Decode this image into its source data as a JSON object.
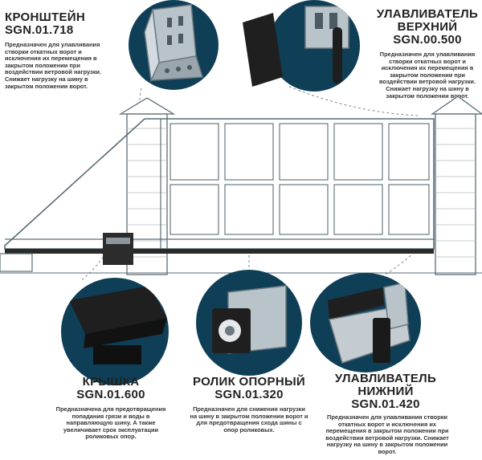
{
  "parts": {
    "bracket": {
      "title_line1": "КРОНШТЕЙН",
      "title_line2": "SGN.01.718",
      "desc": "Предназначен для улавливания створки откатных ворот и исключения их перемещения в закрытом положении при воздействии ветровой нагрузки. Снижает нагрузку на шину в закрытом положении ворот."
    },
    "upper_catcher": {
      "title_line1": "УЛАВЛИВАТЕЛЬ",
      "title_line2": "ВЕРХНИЙ",
      "title_line3": "SGN.00.500",
      "desc": "Предназначен для улавливания створки откатных ворот и исключения их перемещения в закрытом положении при воздействии ветровой нагрузки. Снижает нагрузку на шину в закрытом положении ворот."
    },
    "cap": {
      "title_line1": "КРЫШКА",
      "title_line2": "SGN.01.600",
      "desc": "Предназначена для предотвращения попадания грязи и воды в направляющую шину. А также увеличивает срок эксплуатации роликовых опор."
    },
    "roller": {
      "title_line1": "РОЛИК ОПОРНЫЙ",
      "title_line2": "SGN.01.320",
      "desc": "Предназначен для снижения нагрузки на шину в закрытом положении ворот и для предотвращения схода шины с опор роликовых."
    },
    "lower_catcher": {
      "title_line1": "УЛАВЛИВАТЕЛЬ",
      "title_line2": "НИЖНИЙ",
      "title_line3": "SGN.01.420",
      "desc": "Предназначен для улавливания створки откатных ворот и исключения их перемещения в закрытом положении при воздействии ветровой нагрузки. Снижает нагрузку на шину в закрытом положении ворот."
    }
  },
  "colors": {
    "circle": "#0f3f57",
    "line": "#5a6b75",
    "dashed": "#7a8a92"
  }
}
